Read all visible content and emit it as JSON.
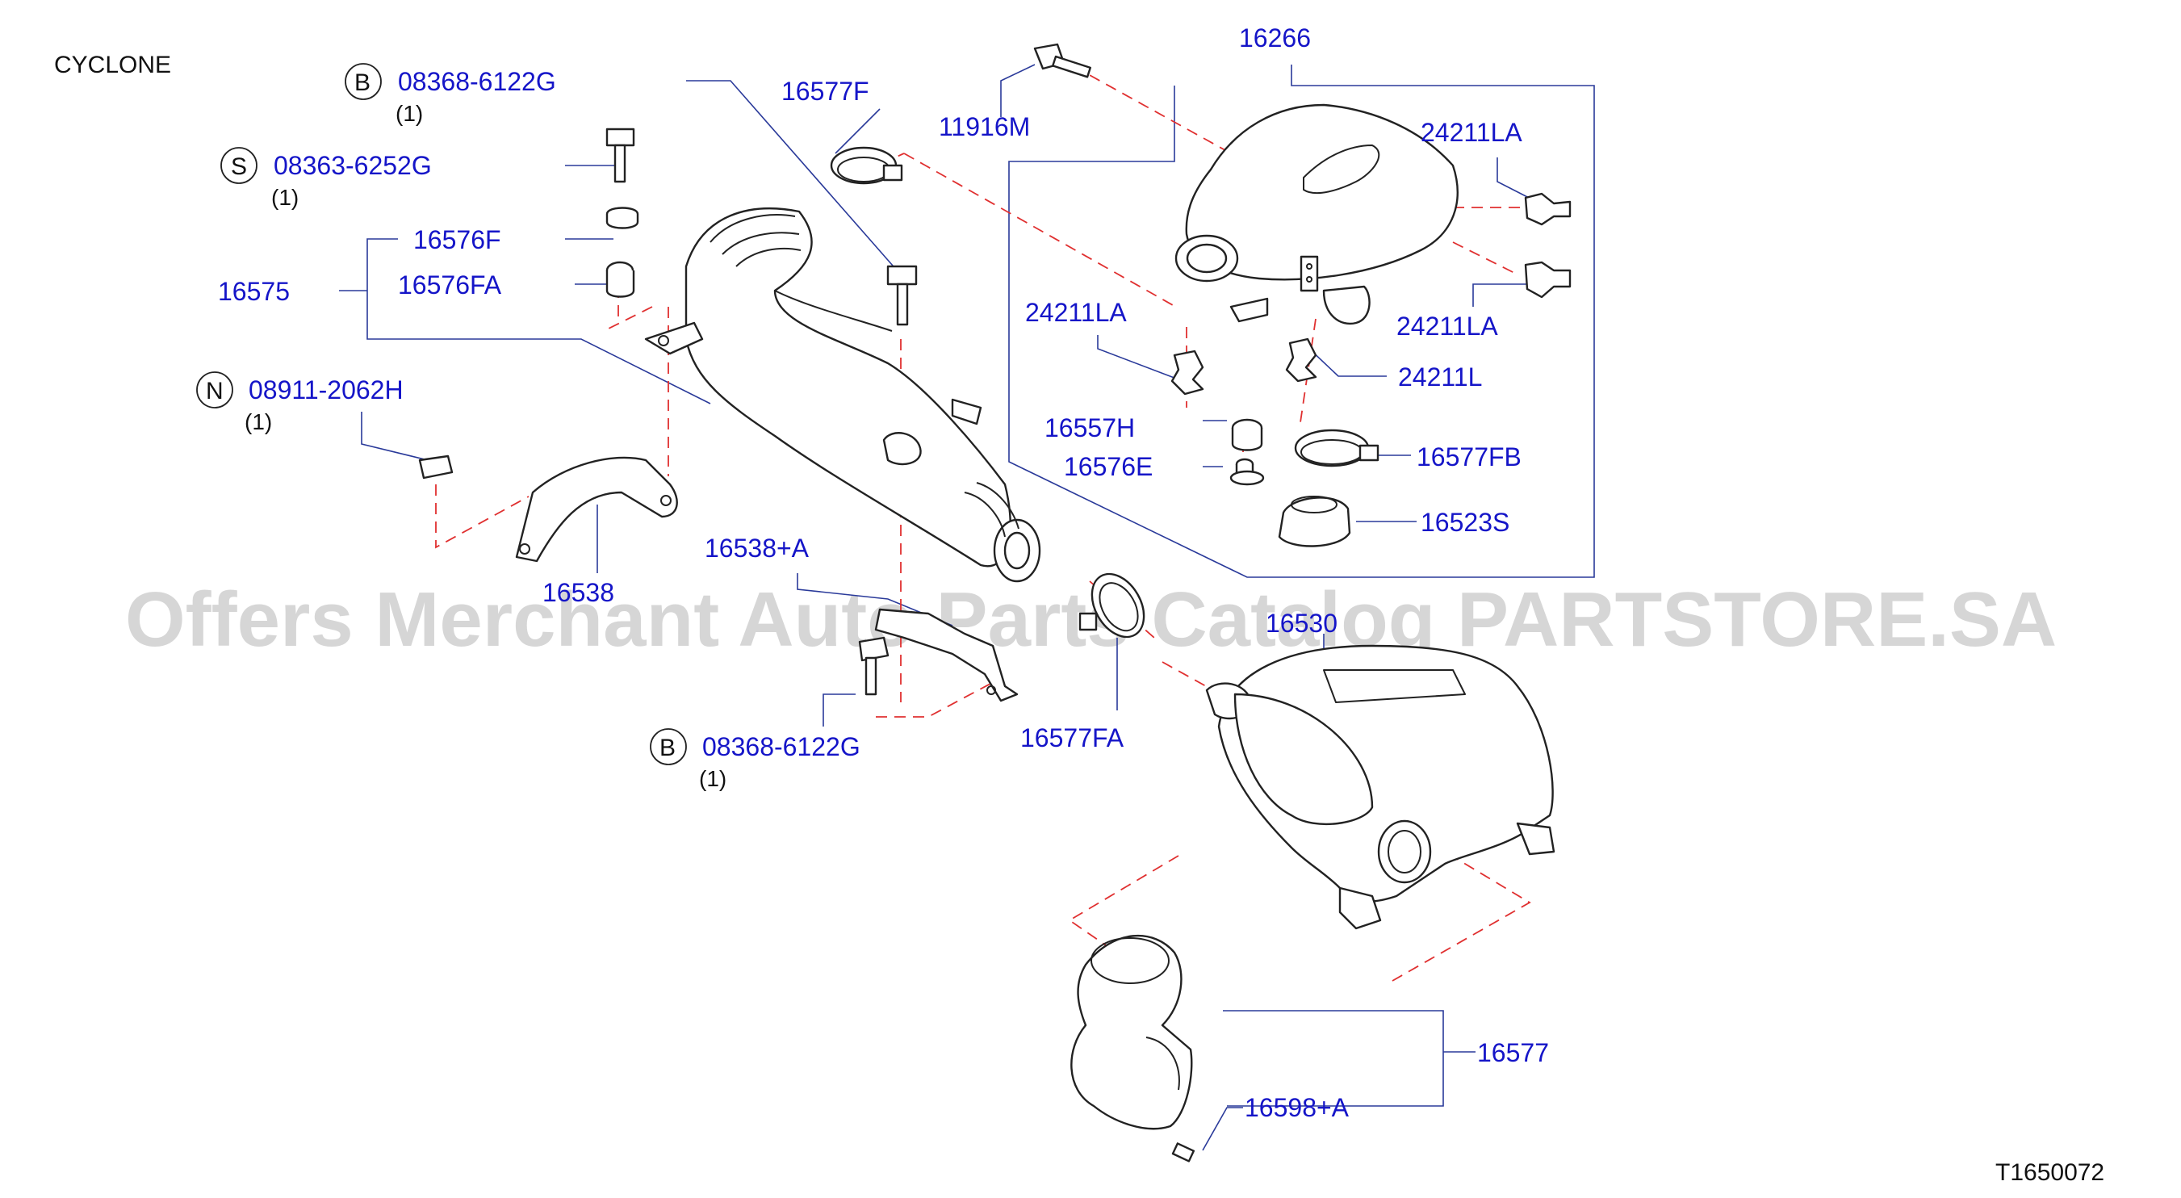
{
  "section_title": "CYCLONE",
  "diagram_code": "T1650072",
  "watermark": "Offers Merchant Auto Parts Catalog PARTSTORE.SA",
  "colors": {
    "label": "#1515c8",
    "leader": "#2a3a9a",
    "dashed": "#e03030",
    "part_outline": "#222222"
  },
  "fasteners": [
    {
      "letter": "B",
      "part": "08368-6122G",
      "qty": "(1)"
    },
    {
      "letter": "S",
      "part": "08363-6252G",
      "qty": "(1)"
    },
    {
      "letter": "N",
      "part": "08911-2062H",
      "qty": "(1)"
    },
    {
      "letter": "B",
      "part": "08368-6122G",
      "qty": "(1)"
    }
  ],
  "labels": {
    "p16266": "16266",
    "p16577F": "16577F",
    "p11916M": "11916M",
    "p24211LA_a": "24211LA",
    "p24211LA_b": "24211LA",
    "p24211LA_c": "24211LA",
    "p24211L": "24211L",
    "p16576F": "16576F",
    "p16575": "16575",
    "p16576FA": "16576FA",
    "p16557H": "16557H",
    "p16577FB": "16577FB",
    "p16576E": "16576E",
    "p16523S": "16523S",
    "p16538": "16538",
    "p16538A": "16538+A",
    "p16530": "16530",
    "p16577FA": "16577FA",
    "p16577": "16577",
    "p16598A": "16598+A"
  }
}
